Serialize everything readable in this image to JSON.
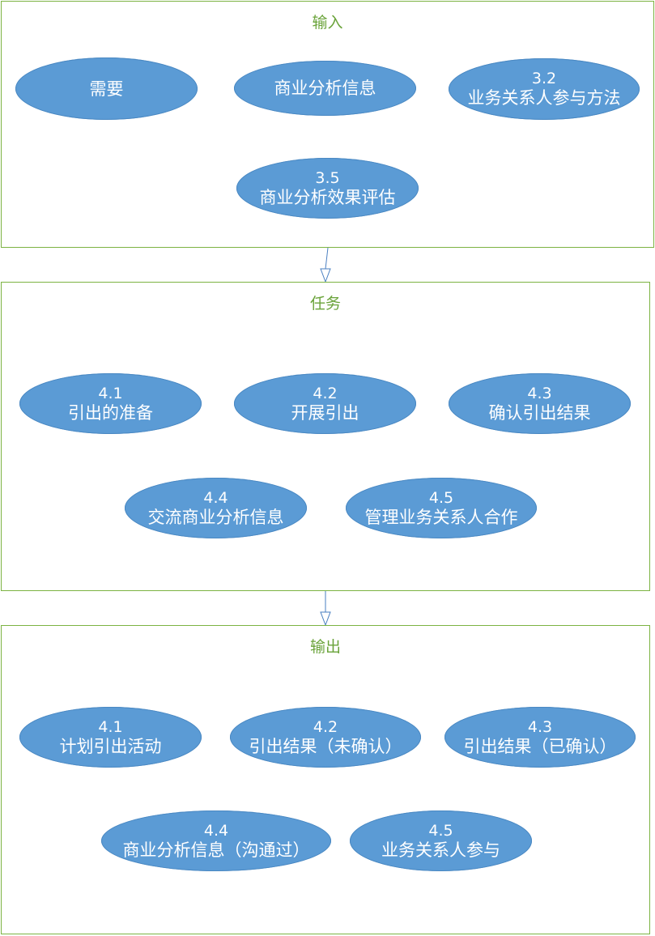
{
  "input": {
    "title": "输入",
    "nodes": [
      {
        "num": "",
        "label": "需要"
      },
      {
        "num": "",
        "label": "商业分析信息"
      },
      {
        "num": "3.2",
        "label": "业务关系人参与方法"
      },
      {
        "num": "3.5",
        "label": "商业分析效果评估"
      }
    ]
  },
  "tasks": {
    "title": "任务",
    "nodes": [
      {
        "num": "4.1",
        "label": "引出的准备"
      },
      {
        "num": "4.2",
        "label": "开展引出"
      },
      {
        "num": "4.3",
        "label": "确认引出结果"
      },
      {
        "num": "4.4",
        "label": "交流商业分析信息"
      },
      {
        "num": "4.5",
        "label": "管理业务关系人合作"
      }
    ]
  },
  "output": {
    "title": "输出",
    "nodes": [
      {
        "num": "4.1",
        "label": "计划引出活动"
      },
      {
        "num": "4.2",
        "label": "引出结果（未确认）"
      },
      {
        "num": "4.3",
        "label": "引出结果（已确认）"
      },
      {
        "num": "4.4",
        "label": "商业分析信息（沟通过）"
      },
      {
        "num": "4.5",
        "label": "业务关系人参与"
      }
    ]
  },
  "colors": {
    "node_fill": "#5b9bd5",
    "border": "#7cb342",
    "title": "#6aa33a",
    "arrow": "#4a7fc1"
  }
}
